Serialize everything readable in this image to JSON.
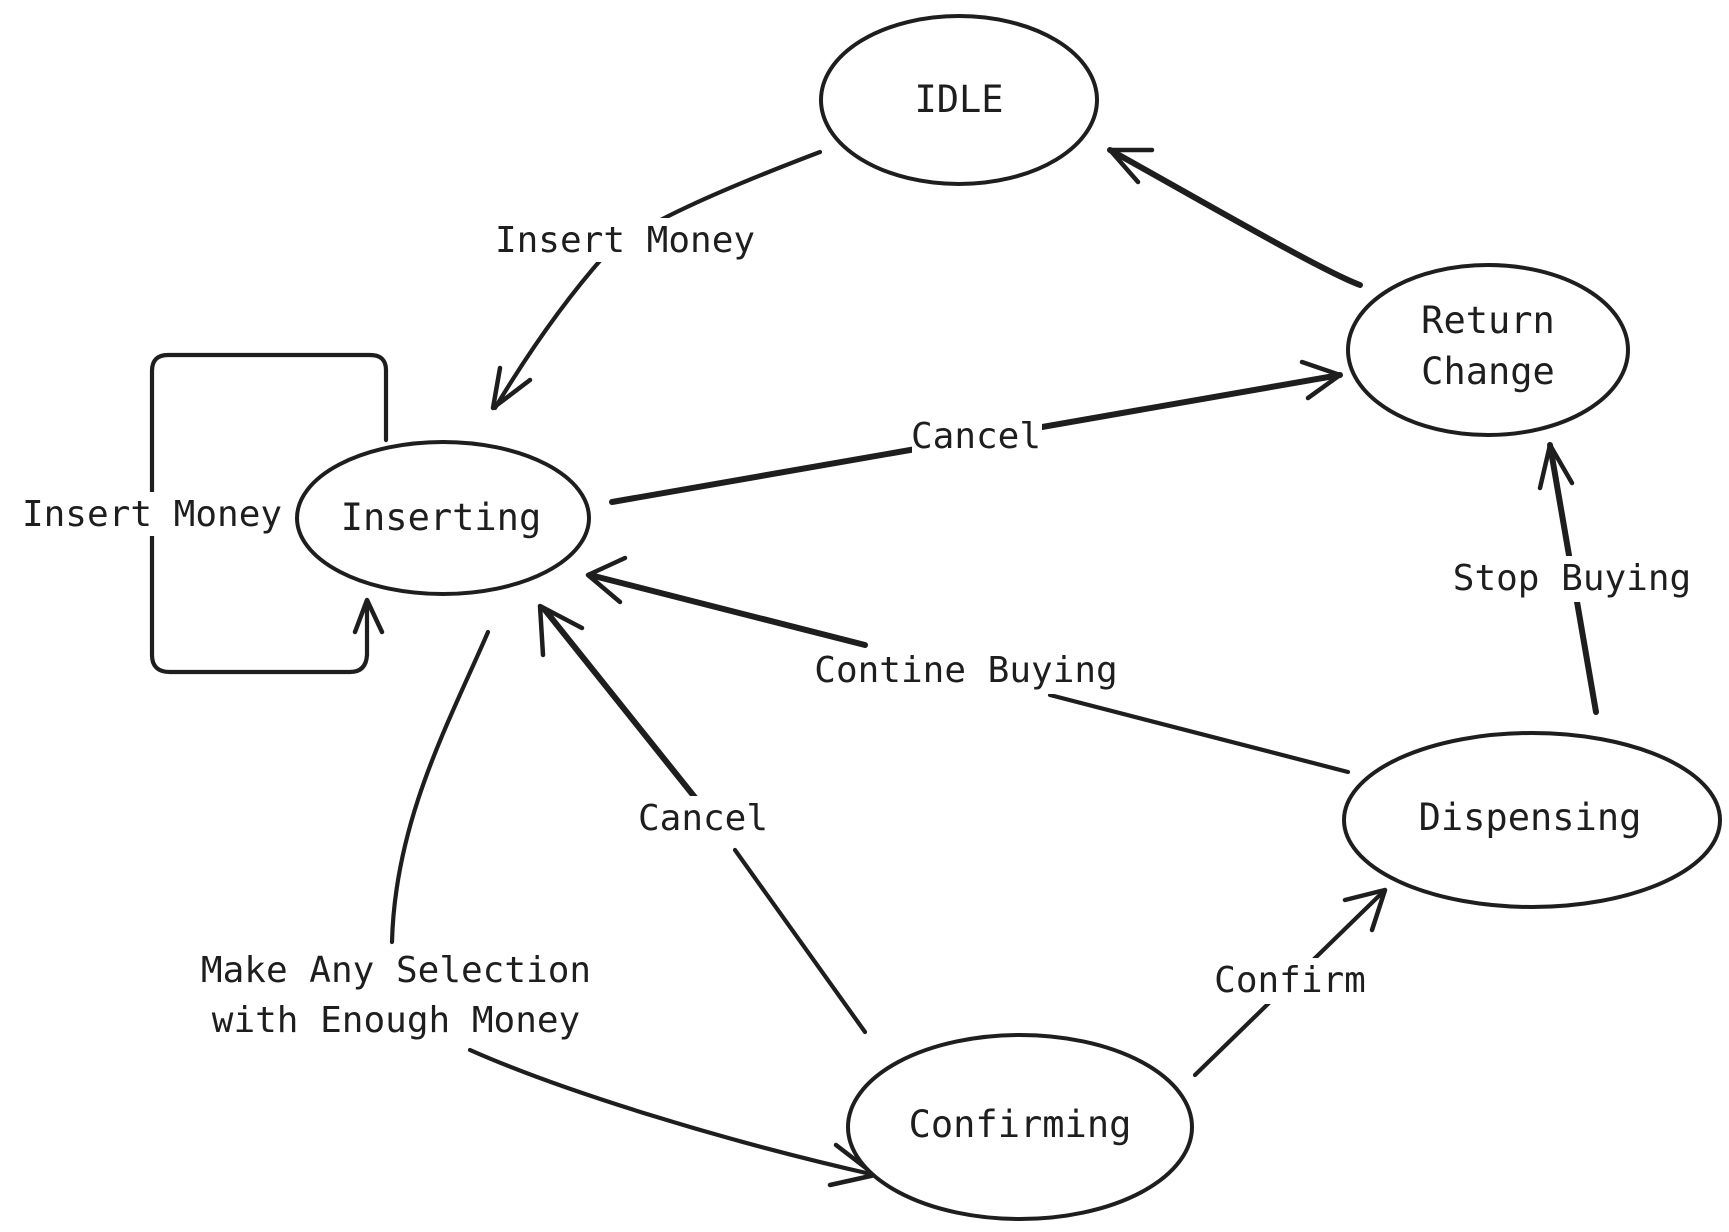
{
  "states": {
    "idle": "IDLE",
    "inserting": "Inserting",
    "return_change_line1": "Return",
    "return_change_line2": "Change",
    "dispensing": "Dispensing",
    "confirming": "Confirming"
  },
  "transitions": {
    "idle_to_inserting": "Insert Money",
    "self_loop_inserting": "Insert Money",
    "inserting_to_return": "Cancel",
    "dispensing_to_inserting": "Contine Buying",
    "dispensing_to_return": "Stop Buying",
    "confirming_to_inserting": "Cancel",
    "confirming_to_dispensing": "Confirm",
    "inserting_to_confirming_line1": "Make Any Selection",
    "inserting_to_confirming_line2": "with Enough Money"
  }
}
